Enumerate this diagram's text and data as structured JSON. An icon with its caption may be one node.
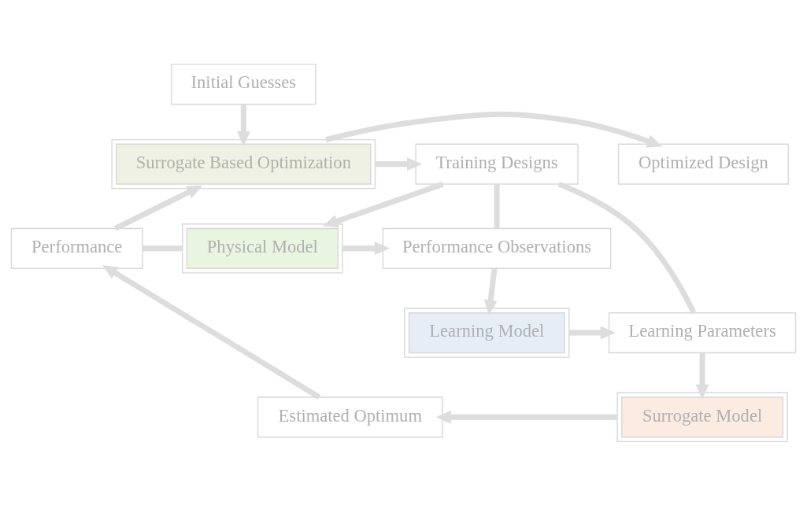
{
  "diagram": {
    "nodes": [
      {
        "text": [
          "Initial Guesses"
        ]
      },
      {
        "text": [
          "Surrogate Based Optimization"
        ]
      },
      {
        "text": [
          "Optimized Design"
        ]
      },
      {
        "text": [
          "Training Designs"
        ]
      },
      {
        "text": [
          "Performance"
        ]
      },
      {
        "text": [
          "Physical Model"
        ]
      },
      {
        "text": [
          "Performance Observations"
        ]
      },
      {
        "text": [
          "Learning Model"
        ]
      },
      {
        "text": [
          "Learning Parameters"
        ]
      },
      {
        "text": [
          "Estimated Optimum"
        ]
      },
      {
        "text": [
          "Surrogate Model"
        ]
      }
    ],
    "edges": [
      {
        "from": 0,
        "to": 1,
        "arrow": "to"
      },
      {
        "from": 1,
        "to": 2,
        "arrow": "to"
      },
      {
        "from": 1,
        "to": 3,
        "arrow": "to"
      },
      {
        "from": 3,
        "to": 5,
        "arrow": "to"
      },
      {
        "from": 4,
        "to": 5,
        "arrow": "none"
      },
      {
        "from": 5,
        "to": 6,
        "arrow": "to"
      },
      {
        "from": 3,
        "to": 6,
        "arrow": "none"
      },
      {
        "from": 6,
        "to": 7,
        "arrow": "to"
      },
      {
        "from": 7,
        "to": 8,
        "arrow": "to"
      },
      {
        "from": 3,
        "to": 8,
        "arrow": "none"
      },
      {
        "from": 8,
        "to": 10,
        "arrow": "to"
      },
      {
        "from": 10,
        "to": 9,
        "arrow": "to"
      },
      {
        "from": 9,
        "to": 4,
        "arrow": "to"
      },
      {
        "from": 4,
        "to": 1,
        "arrow": "to"
      }
    ]
  }
}
